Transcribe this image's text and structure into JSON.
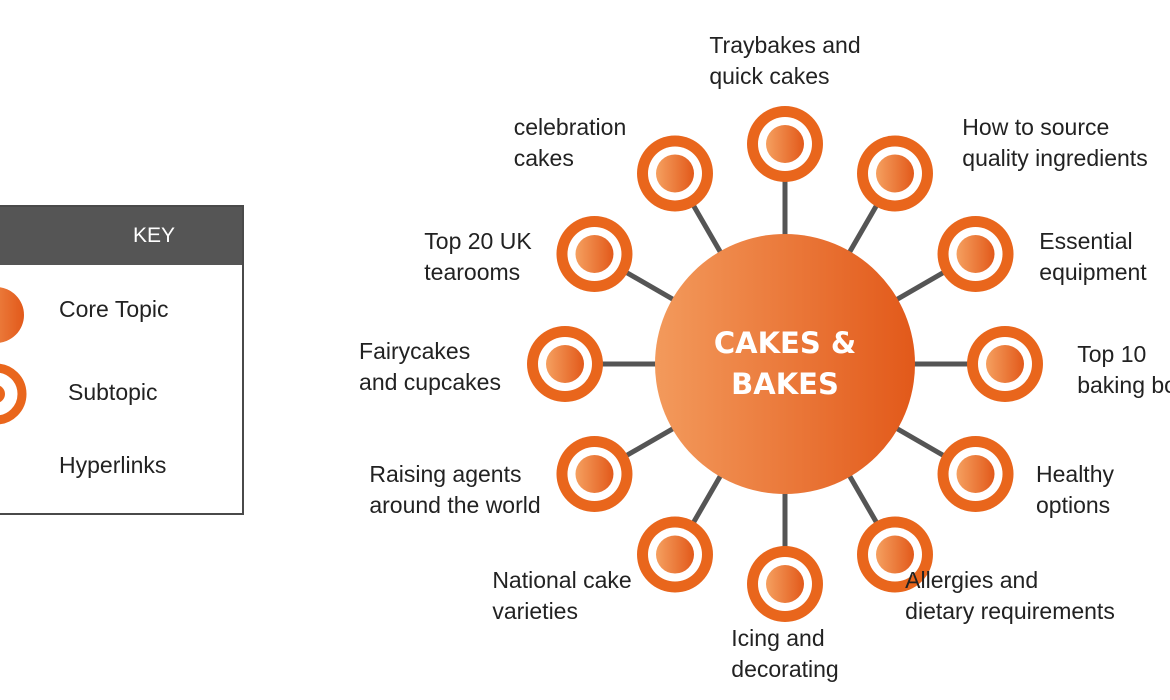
{
  "colors": {
    "orange": "#e9661c",
    "orange_light": "#f39a5c",
    "spoke": "#555555",
    "key_header": "#555555"
  },
  "key": {
    "title": "KEY",
    "items": [
      {
        "label": "Core Topic",
        "icon": "core-topic-circle-icon"
      },
      {
        "label": "Subtopic",
        "icon": "subtopic-ring-icon"
      },
      {
        "label": "Hyperlinks",
        "icon": "hyperlink-line-icon"
      }
    ]
  },
  "core_topic": {
    "line1": "CAKES &",
    "line2": "BAKES"
  },
  "subtopics": [
    {
      "lines": [
        "Traybakes and",
        "quick cakes"
      ]
    },
    {
      "lines": [
        "How to source",
        "quality ingredients"
      ]
    },
    {
      "lines": [
        "Essential",
        "equipment"
      ]
    },
    {
      "lines": [
        "Top 10",
        "baking books"
      ]
    },
    {
      "lines": [
        "Healthy",
        "options"
      ]
    },
    {
      "lines": [
        "Allergies and",
        "dietary requirements"
      ]
    },
    {
      "lines": [
        "Icing and",
        "decorating"
      ]
    },
    {
      "lines": [
        "National cake",
        "varieties"
      ]
    },
    {
      "lines": [
        "Raising agents",
        "around the world"
      ]
    },
    {
      "lines": [
        "Fairycakes",
        "and cupcakes"
      ]
    },
    {
      "lines": [
        "Top 20 UK",
        "tearooms"
      ]
    },
    {
      "lines": [
        "celebration",
        "cakes"
      ]
    }
  ]
}
